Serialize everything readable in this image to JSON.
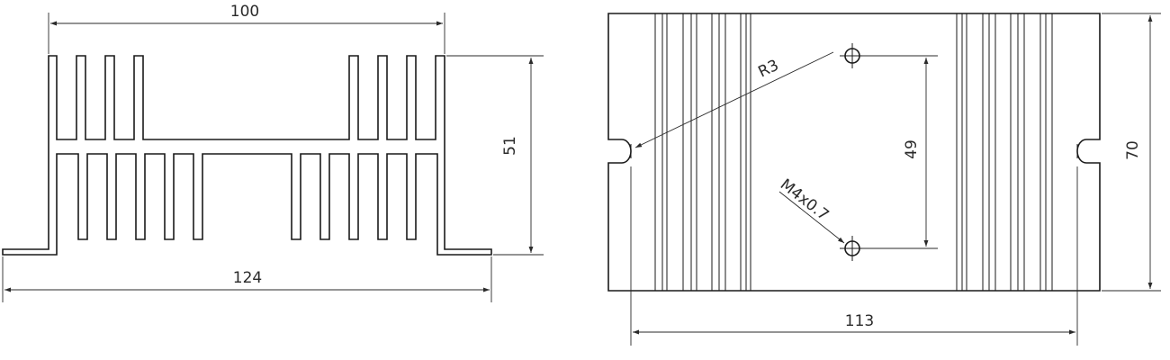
{
  "dimensions": {
    "front_top_width": "100",
    "front_height": "51",
    "front_base_width": "124",
    "side_radius": "R3",
    "side_hole_spacing": "49",
    "side_thread": "M4x0.7",
    "side_slot_spacing": "113",
    "side_height": "70"
  },
  "colors": {
    "line": "#1a1a1a",
    "background": "#ffffff"
  }
}
